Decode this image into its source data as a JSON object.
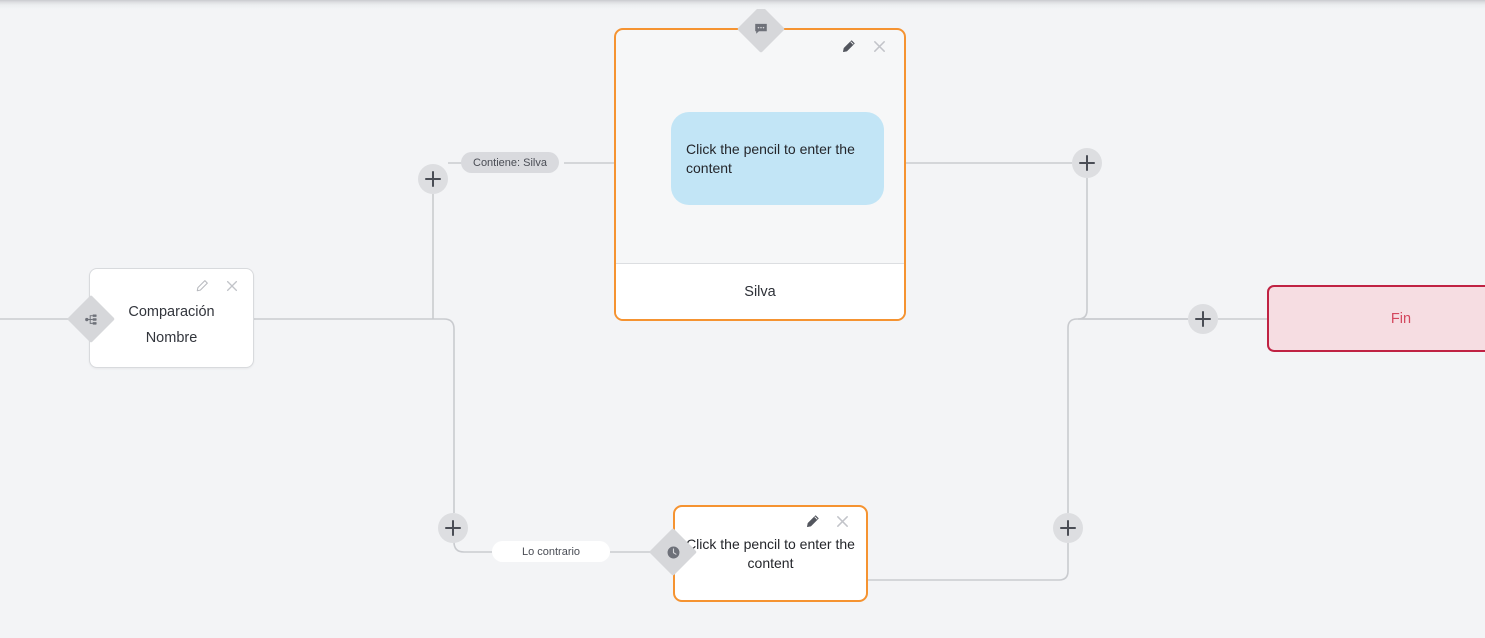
{
  "canvas": {
    "background_color": "#f3f4f6",
    "wire_color": "#c9cbcf"
  },
  "nodes": {
    "comparacion": {
      "title": "Comparación",
      "subtitle": "Nombre",
      "edit_icon": "pencil-icon",
      "close_icon": "close-icon",
      "port_icon": "branch-icon",
      "border_color": "#d8dadd",
      "background_color": "#ffffff"
    },
    "chat": {
      "bubble_text": "Click the pencil to enter the content",
      "footer_label": "Silva",
      "edit_icon": "pencil-icon",
      "close_icon": "close-icon",
      "port_icon": "message-icon",
      "border_color": "#f59331",
      "bubble_color": "#c2e5f6",
      "body_color": "#f6f7f8",
      "footer_color": "#ffffff"
    },
    "wait": {
      "text": "Click the pencil to enter the content",
      "edit_icon": "pencil-icon",
      "close_icon": "close-icon",
      "port_icon": "clock-icon",
      "border_color": "#f59331",
      "background_color": "#ffffff"
    },
    "fin": {
      "label": "Fin",
      "border_color": "#c02243",
      "background_color": "#f6dde2",
      "text_color": "#d4485f"
    }
  },
  "edge_labels": {
    "contiene": "Contiene: Silva",
    "lo_contrario": "Lo contrario"
  },
  "add_buttons": [
    {
      "id": "add-branch-true",
      "name": "add-node-button-branch-true"
    },
    {
      "id": "add-after-chat",
      "name": "add-node-button-after-chat"
    },
    {
      "id": "add-before-fin",
      "name": "add-node-button-before-fin"
    },
    {
      "id": "add-branch-false",
      "name": "add-node-button-branch-false"
    },
    {
      "id": "add-after-wait",
      "name": "add-node-button-after-wait"
    }
  ]
}
